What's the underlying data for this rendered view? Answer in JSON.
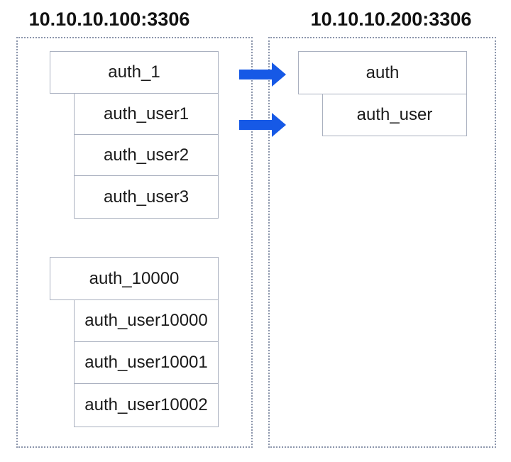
{
  "colors": {
    "arrow": "#1659e6",
    "box_border": "#a9b0bf",
    "container_border": "#8b95ab",
    "text": "#1a1a1a"
  },
  "source": {
    "title": "10.10.10.100:3306",
    "groups": [
      {
        "database": "auth_1",
        "tables": [
          "auth_user1",
          "auth_user2",
          "auth_user3"
        ]
      },
      {
        "database": "auth_10000",
        "tables": [
          "auth_user10000",
          "auth_user10001",
          "auth_user10002"
        ]
      }
    ]
  },
  "target": {
    "title": "10.10.10.200:3306",
    "groups": [
      {
        "database": "auth",
        "tables": [
          "auth_user"
        ]
      }
    ]
  }
}
